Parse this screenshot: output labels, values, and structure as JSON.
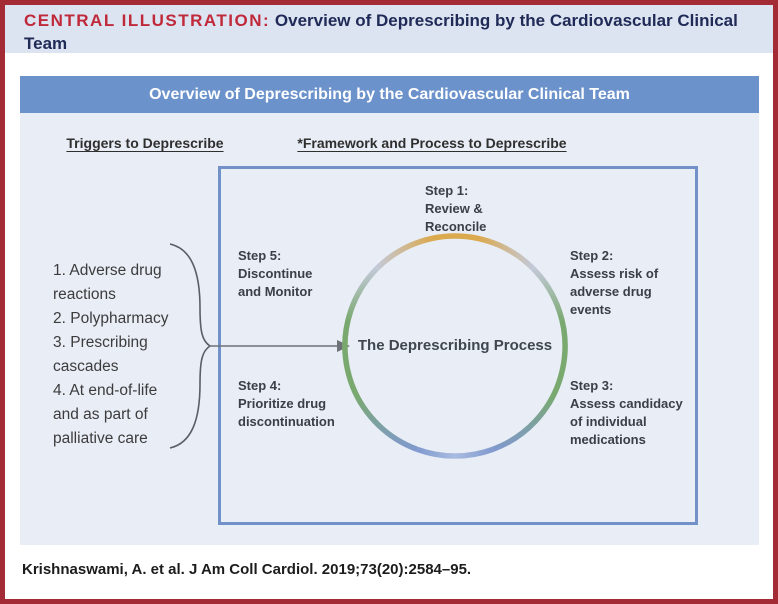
{
  "header": {
    "label": "CENTRAL ILLUSTRATION:",
    "title": " Overview of Deprescribing by the Cardiovascular Clinical Team"
  },
  "banner": {
    "title": "Overview of Deprescribing by the Cardiovascular Clinical Team"
  },
  "sections": {
    "triggers_label": "Triggers to Deprescribe",
    "framework_label": "*Framework and Process to Deprescribe"
  },
  "triggers": {
    "text": "1. Adverse drug\nreactions\n2. Polypharmacy\n3. Prescribing\ncascades\n4. At end-of-life\nand as part of\npalliative care"
  },
  "process": {
    "center_label": "The Deprescribing Process",
    "steps": [
      {
        "label": "Step 1:\nReview &\nReconcile"
      },
      {
        "label": "Step 2:\nAssess risk of\nadverse drug\nevents"
      },
      {
        "label": "Step 3:\nAssess candidacy\nof individual\nmedications"
      },
      {
        "label": "Step 4:\nPrioritize drug\ndiscontinuation"
      },
      {
        "label": "Step 5:\nDiscontinue\nand Monitor"
      }
    ]
  },
  "citation": "Krishnaswami, A. et al. J Am Coll Cardiol. 2019;73(20):2584–95.",
  "colors": {
    "frame_red": "#a32b35",
    "header_bg": "#dce3f1",
    "header_label_red": "#c0293a",
    "header_title_navy": "#1f2a56",
    "banner_bg": "#6b92cb",
    "panel_bg": "#e8edf6",
    "box_border": "#7191c8",
    "ring_gold": "#dba94e",
    "ring_green": "#79a96e",
    "ring_blue": "#8099ce",
    "ring_silver": "#c3c9d8",
    "arrow_gray": "#6e7278"
  }
}
